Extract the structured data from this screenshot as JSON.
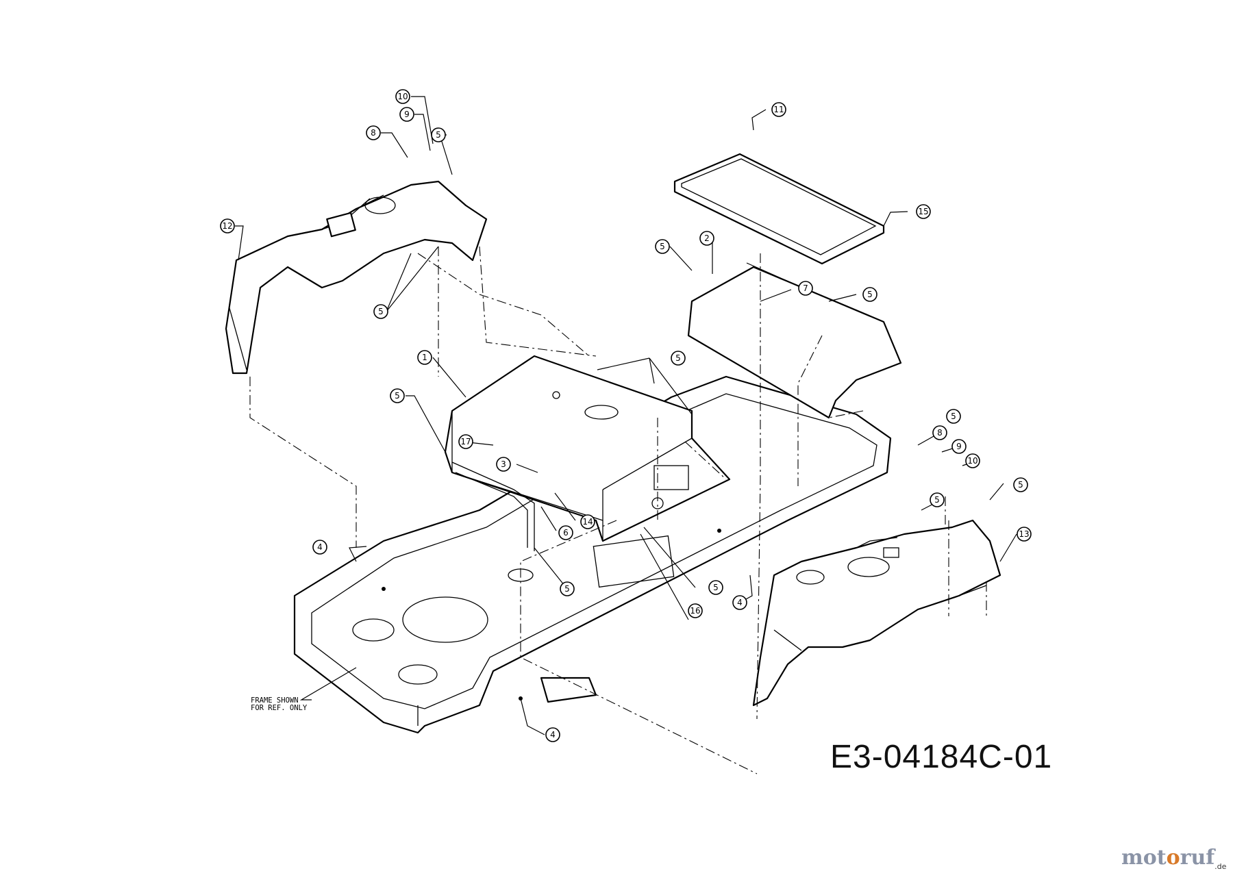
{
  "drawing_code": "E3-04184C-01",
  "frame_note_line1": "FRAME SHOWN",
  "frame_note_line2": "FOR REF. ONLY",
  "brand": {
    "part1": "mot",
    "part2": "o",
    "part3": "ruf",
    "tld": ".de"
  },
  "callouts": {
    "c1": "1",
    "c2": "2",
    "c3": "3",
    "c4a": "4",
    "c4b": "4",
    "c4c": "4",
    "c5a": "5",
    "c5b": "5",
    "c5c": "5",
    "c5d": "5",
    "c5e": "5",
    "c5f": "5",
    "c5g": "5",
    "c5h": "5",
    "c5i": "5",
    "c5j": "5",
    "c5k": "5",
    "c6": "6",
    "c7": "7",
    "c8a": "8",
    "c8b": "8",
    "c9a": "9",
    "c9b": "9",
    "c10a": "10",
    "c10b": "10",
    "c11": "11",
    "c12": "12",
    "c13": "13",
    "c14": "14",
    "c15": "15",
    "c16": "16",
    "c17": "17"
  }
}
